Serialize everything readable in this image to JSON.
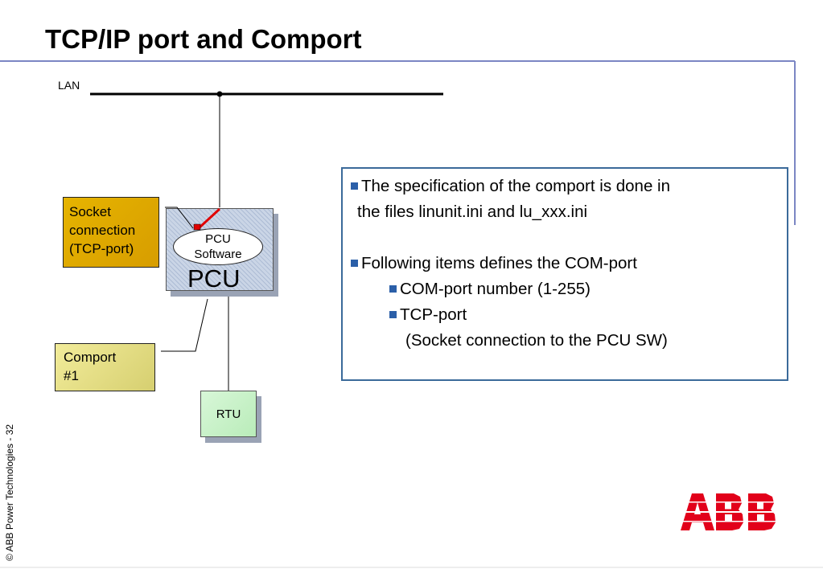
{
  "slide": {
    "title": "TCP/IP port and Comport",
    "copyright": "© ABB Power Technologies - 32",
    "logo_text": "ABB"
  },
  "diagram": {
    "lan_label": "LAN",
    "socket_box": {
      "line1": "Socket",
      "line2": "connection",
      "line3": "(TCP-port)"
    },
    "comport_box": {
      "line1": "Comport",
      "line2": "#1"
    },
    "pcu_software": {
      "line1": "PCU",
      "line2": "Software"
    },
    "pcu_label": "PCU",
    "rtu_label": "RTU"
  },
  "info": {
    "line1": "The specification of the comport is done in",
    "line2": "the files linunit.ini and  lu_xxx.ini",
    "line3": "Following items defines the COM-port",
    "line4": "COM-port number (1-255)",
    "line5": "TCP-port",
    "line6": "(Socket connection to the PCU SW)"
  },
  "colors": {
    "accent_line": "#7b86c4",
    "info_border": "#3b6a9a",
    "bullet": "#2b5fa8",
    "socket_fill": "#e0aa00",
    "comport_fill": "#ebe38a",
    "rtu_fill": "#c8f2c8",
    "pcu_fill": "#cad5e6",
    "abb_red": "#e2001a"
  }
}
